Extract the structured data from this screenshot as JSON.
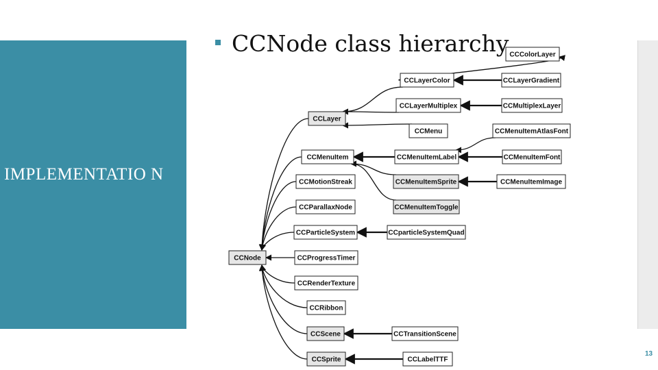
{
  "slide": {
    "section_title": "IMPLEMENTATIO N",
    "heading": "CCNode class hierarchy",
    "page_number": "13",
    "accent_color": "#3b8ea5"
  },
  "diagram": {
    "nodes": [
      {
        "id": "CCColorLayer",
        "label": "CCColorLayer",
        "shaded": false
      },
      {
        "id": "CCLayerColor",
        "label": "CCLayerColor",
        "shaded": false
      },
      {
        "id": "CCLayerGradient",
        "label": "CCLayerGradient",
        "shaded": false
      },
      {
        "id": "CCLayerMultiplex",
        "label": "CCLayerMultiplex",
        "shaded": false
      },
      {
        "id": "CCMultiplexLayer",
        "label": "CCMultiplexLayer",
        "shaded": false
      },
      {
        "id": "CCLayer",
        "label": "CCLayer",
        "shaded": true
      },
      {
        "id": "CCMenu",
        "label": "CCMenu",
        "shaded": false
      },
      {
        "id": "CCMenuItemAtlasFont",
        "label": "CCMenuItemAtlasFont",
        "shaded": false
      },
      {
        "id": "CCMenuItem",
        "label": "CCMenuItem",
        "shaded": false
      },
      {
        "id": "CCMenuItemLabel",
        "label": "CCMenuItemLabel",
        "shaded": false
      },
      {
        "id": "CCMenuItemFont",
        "label": "CCMenuItemFont",
        "shaded": false
      },
      {
        "id": "CCMotionStreak",
        "label": "CCMotionStreak",
        "shaded": false
      },
      {
        "id": "CCMenuItemSprite",
        "label": "CCMenuItemSprite",
        "shaded": true
      },
      {
        "id": "CCMenuItemImage",
        "label": "CCMenuItemImage",
        "shaded": false
      },
      {
        "id": "CCParallaxNode",
        "label": "CCParallaxNode",
        "shaded": false
      },
      {
        "id": "CCMenuItemToggle",
        "label": "CCMenuItemToggle",
        "shaded": true
      },
      {
        "id": "CCParticleSystem",
        "label": "CCParticleSystem",
        "shaded": false
      },
      {
        "id": "CCparticleSystemQuad",
        "label": "CCparticleSystemQuad",
        "shaded": false
      },
      {
        "id": "CCNode",
        "label": "CCNode",
        "shaded": true
      },
      {
        "id": "CCProgressTimer",
        "label": "CCProgressTimer",
        "shaded": false
      },
      {
        "id": "CCRenderTexture",
        "label": "CCRenderTexture",
        "shaded": false
      },
      {
        "id": "CCRibbon",
        "label": "CCRibbon",
        "shaded": false
      },
      {
        "id": "CCScene",
        "label": "CCScene",
        "shaded": true
      },
      {
        "id": "CCTransitionScene",
        "label": "CCTransitionScene",
        "shaded": false
      },
      {
        "id": "CCSprite",
        "label": "CCSprite",
        "shaded": true
      },
      {
        "id": "CCLabelTTF",
        "label": "CCLabelTTF",
        "shaded": false
      }
    ],
    "edges": [
      {
        "from": "CCLayerColor",
        "to": "CCColorLayer"
      },
      {
        "from": "CCLayerGradient",
        "to": "CCLayerColor"
      },
      {
        "from": "CCMultiplexLayer",
        "to": "CCLayerMultiplex"
      },
      {
        "from": "CCLayerColor",
        "to": "CCLayer"
      },
      {
        "from": "CCLayerMultiplex",
        "to": "CCLayer"
      },
      {
        "from": "CCMenu",
        "to": "CCLayer"
      },
      {
        "from": "CCMenuItemAtlasFont",
        "to": "CCMenuItemLabel"
      },
      {
        "from": "CCMenuItemFont",
        "to": "CCMenuItemLabel"
      },
      {
        "from": "CCMenuItemLabel",
        "to": "CCMenuItem"
      },
      {
        "from": "CCMenuItemSprite",
        "to": "CCMenuItem"
      },
      {
        "from": "CCMenuItemToggle",
        "to": "CCMenuItem"
      },
      {
        "from": "CCMenuItemImage",
        "to": "CCMenuItemSprite"
      },
      {
        "from": "CCparticleSystemQuad",
        "to": "CCParticleSystem"
      },
      {
        "from": "CCTransitionScene",
        "to": "CCScene"
      },
      {
        "from": "CCLabelTTF",
        "to": "CCSprite"
      },
      {
        "from": "CCLayer",
        "to": "CCNode"
      },
      {
        "from": "CCMenuItem",
        "to": "CCNode"
      },
      {
        "from": "CCMotionStreak",
        "to": "CCNode"
      },
      {
        "from": "CCParallaxNode",
        "to": "CCNode"
      },
      {
        "from": "CCParticleSystem",
        "to": "CCNode"
      },
      {
        "from": "CCProgressTimer",
        "to": "CCNode"
      },
      {
        "from": "CCRenderTexture",
        "to": "CCNode"
      },
      {
        "from": "CCRibbon",
        "to": "CCNode"
      },
      {
        "from": "CCScene",
        "to": "CCNode"
      },
      {
        "from": "CCSprite",
        "to": "CCNode"
      }
    ]
  }
}
